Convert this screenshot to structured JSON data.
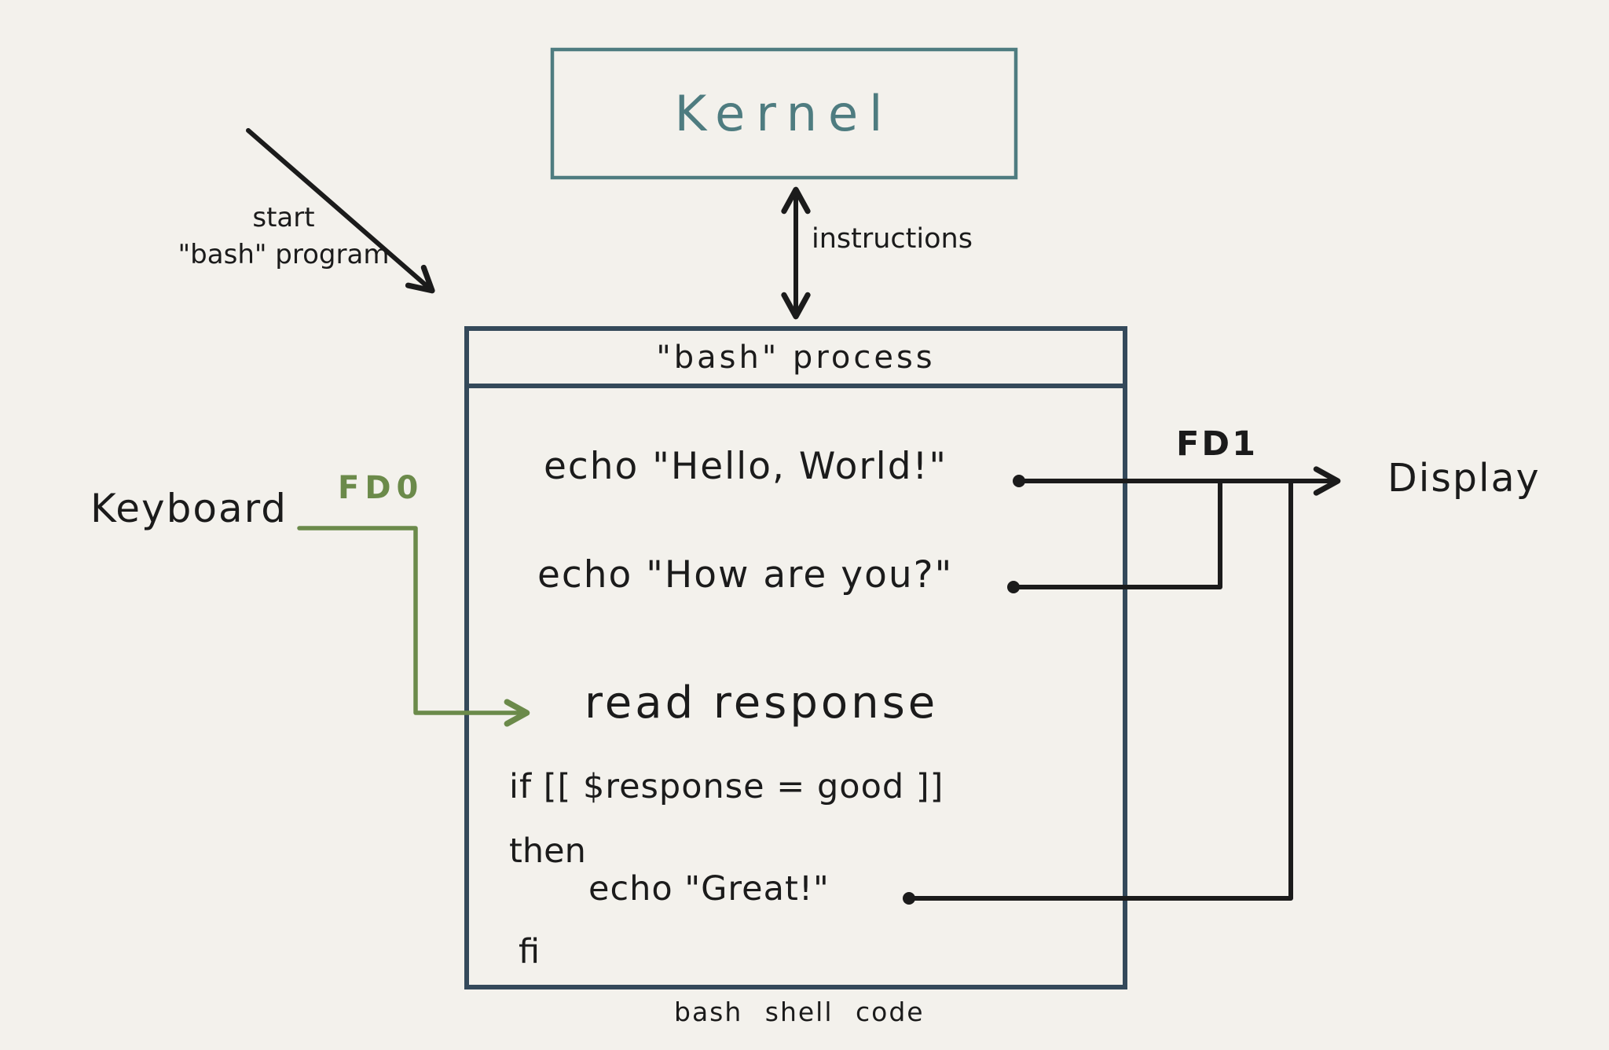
{
  "colors": {
    "background": "#f3f1ec",
    "kernel_teal": "#4e7c80",
    "process_navy": "#34495a",
    "fd0_green": "#6b8a4a",
    "ink": "#1b1b1b"
  },
  "kernel": {
    "title": "Kernel"
  },
  "annotations": {
    "start_line1": "start",
    "start_line2": "\"bash\" program",
    "instructions": "instructions",
    "caption": "bash shell code"
  },
  "process": {
    "title": "\"bash\" process",
    "code": {
      "echo_hello": "echo \"Hello, World!\"",
      "echo_how": "echo \"How are you?\"",
      "read_response": "read response",
      "if_line": "if [[ $response = good ]]",
      "then_line": "then",
      "echo_great": "echo \"Great!\"",
      "fi_line": "fi"
    }
  },
  "io": {
    "keyboard": "Keyboard",
    "display": "Display",
    "fd0": "FD0",
    "fd1": "FD1"
  }
}
